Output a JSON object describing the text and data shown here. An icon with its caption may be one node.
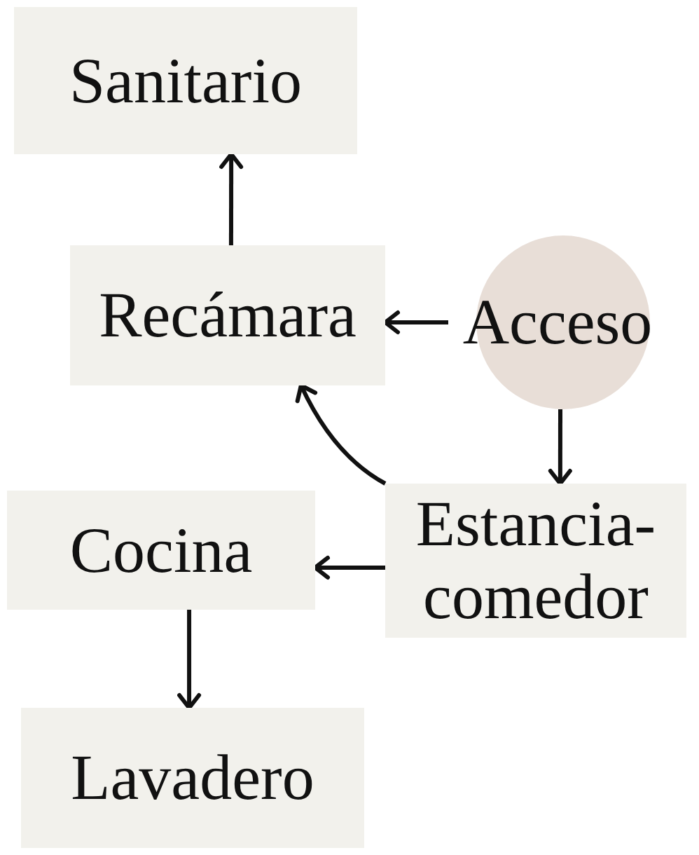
{
  "diagram": {
    "nodes": [
      {
        "text": [
          "Sanitario"
        ]
      },
      {
        "text": [
          "Recámara"
        ]
      },
      {
        "text": [
          "Acceso"
        ]
      },
      {
        "text": [
          "Estancia- comedor"
        ]
      },
      {
        "text": [
          "Cocina"
        ]
      },
      {
        "text": [
          "Lavadero"
        ]
      }
    ],
    "edges": [
      {
        "from": 1,
        "to": 0,
        "arrow": "to"
      },
      {
        "from": 2,
        "to": 1,
        "arrow": "to"
      },
      {
        "from": 2,
        "to": 3,
        "arrow": "to"
      },
      {
        "from": 3,
        "to": 1,
        "arrow": "to"
      },
      {
        "from": 3,
        "to": 4,
        "arrow": "to"
      },
      {
        "from": 4,
        "to": 5,
        "arrow": "to"
      }
    ]
  }
}
